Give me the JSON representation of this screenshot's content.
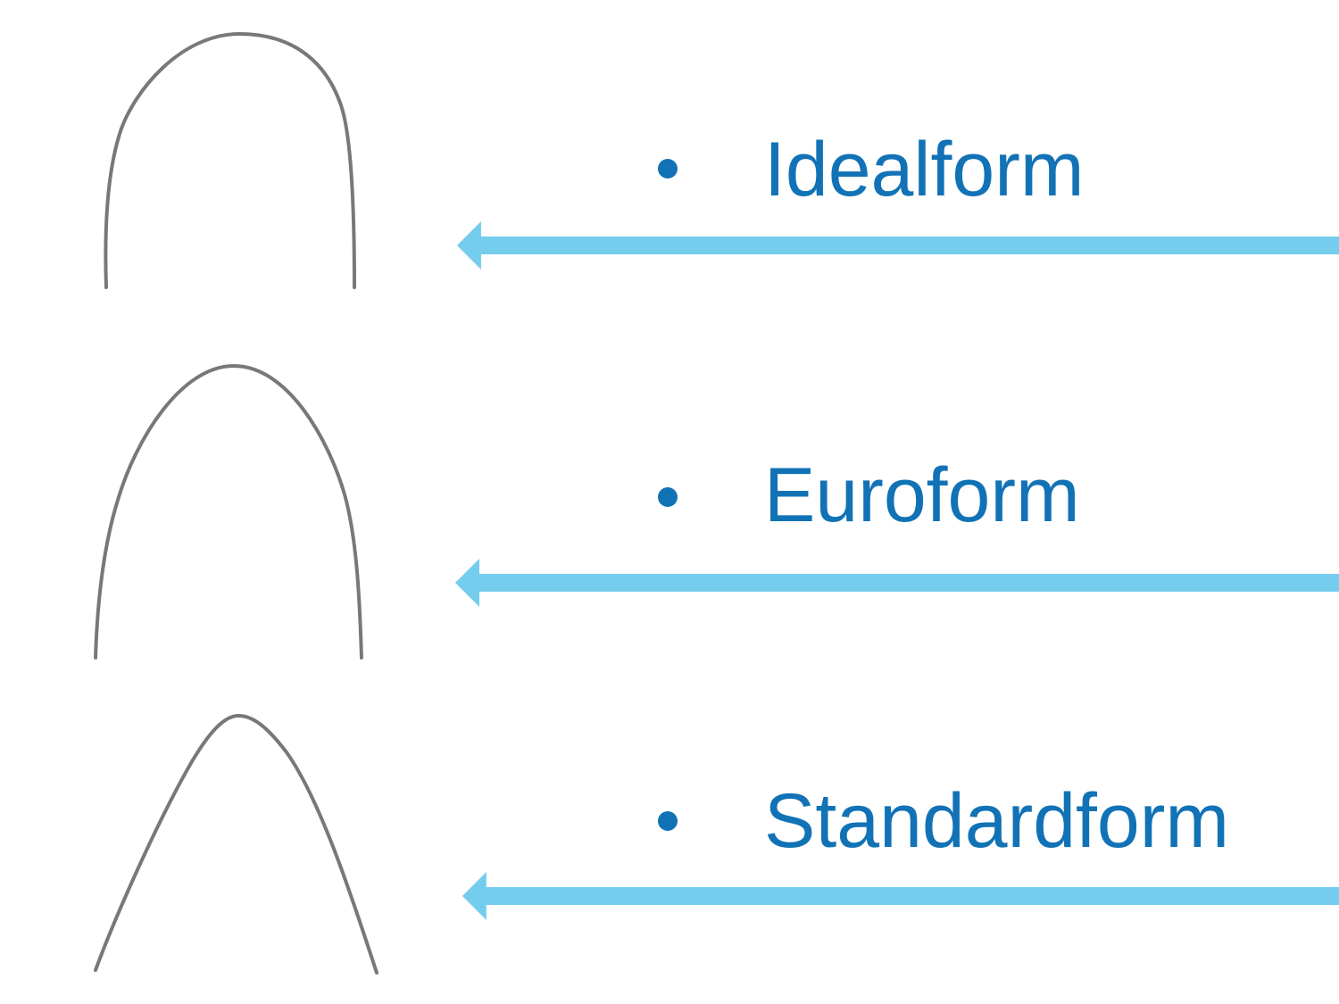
{
  "slide": {
    "background_color": "#ffffff",
    "items": [
      {
        "label": "Idealform",
        "icon": "idealform-archwire-icon"
      },
      {
        "label": "Euroform",
        "icon": "euroform-archwire-icon"
      },
      {
        "label": "Standardform",
        "icon": "standardform-archwire-icon"
      }
    ],
    "colors": {
      "label_blue": "#1272b6",
      "arrow_blue": "#75cdee",
      "wire_gray": "#77787a"
    }
  }
}
